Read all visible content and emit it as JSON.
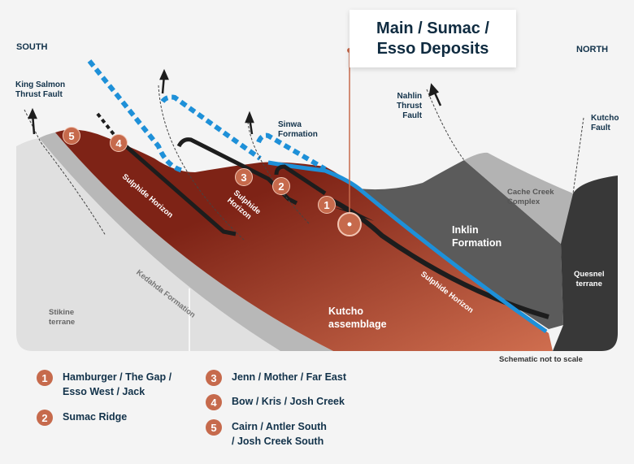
{
  "title": {
    "line1": "Main / Sumac /",
    "line2": "Esso Deposits"
  },
  "directions": {
    "south": "SOUTH",
    "north": "NORTH"
  },
  "faults": {
    "king_salmon": [
      "King Salmon",
      "Thrust Fault"
    ],
    "nahlin": [
      "Nahlin",
      "Thrust",
      "Fault"
    ],
    "kutcho": [
      "Kutcho",
      "Fault"
    ]
  },
  "units": {
    "sinwa": [
      "Sinwa",
      "Formation"
    ],
    "cache_creek": [
      "Cache Creek",
      "Complex"
    ],
    "inklin": [
      "Inklin",
      "Formation"
    ],
    "quesnel": [
      "Quesnel",
      "terrane"
    ],
    "kutcho": [
      "Kutcho",
      "assemblage"
    ],
    "stikine": [
      "Stikine",
      "terrane"
    ],
    "kedahda": "Kedahda Formation",
    "sulphide_1": "Sulphide Horizon",
    "sulphide_2": [
      "Sulphide",
      "Horizon"
    ],
    "sulphide_3": "Sulphide Horizon"
  },
  "markers": [
    "1",
    "2",
    "3",
    "4",
    "5"
  ],
  "note": "Schematic not to scale",
  "legend": [
    {
      "num": "1",
      "lines": [
        "Hamburger / The Gap /",
        "Esso West / Jack"
      ]
    },
    {
      "num": "2",
      "lines": [
        "Sumac Ridge"
      ]
    },
    {
      "num": "3",
      "lines": [
        "Jenn / Mother / Far East"
      ]
    },
    {
      "num": "4",
      "lines": [
        "Bow / Kris / Josh Creek"
      ]
    },
    {
      "num": "5",
      "lines": [
        "Cairn / Antler South",
        "/ Josh Creek South"
      ]
    }
  ],
  "colors": {
    "kutcho_dark": "#7e2316",
    "kutcho_light": "#c8674a",
    "blue": "#1e90d8",
    "inklin": "#5b5b5b",
    "cache_creek": "#b3b3b3",
    "quesnel": "#383838",
    "stikine": "#e0e0e0",
    "kedahda": "#b8b8b8",
    "marker": "#c66a4c"
  }
}
